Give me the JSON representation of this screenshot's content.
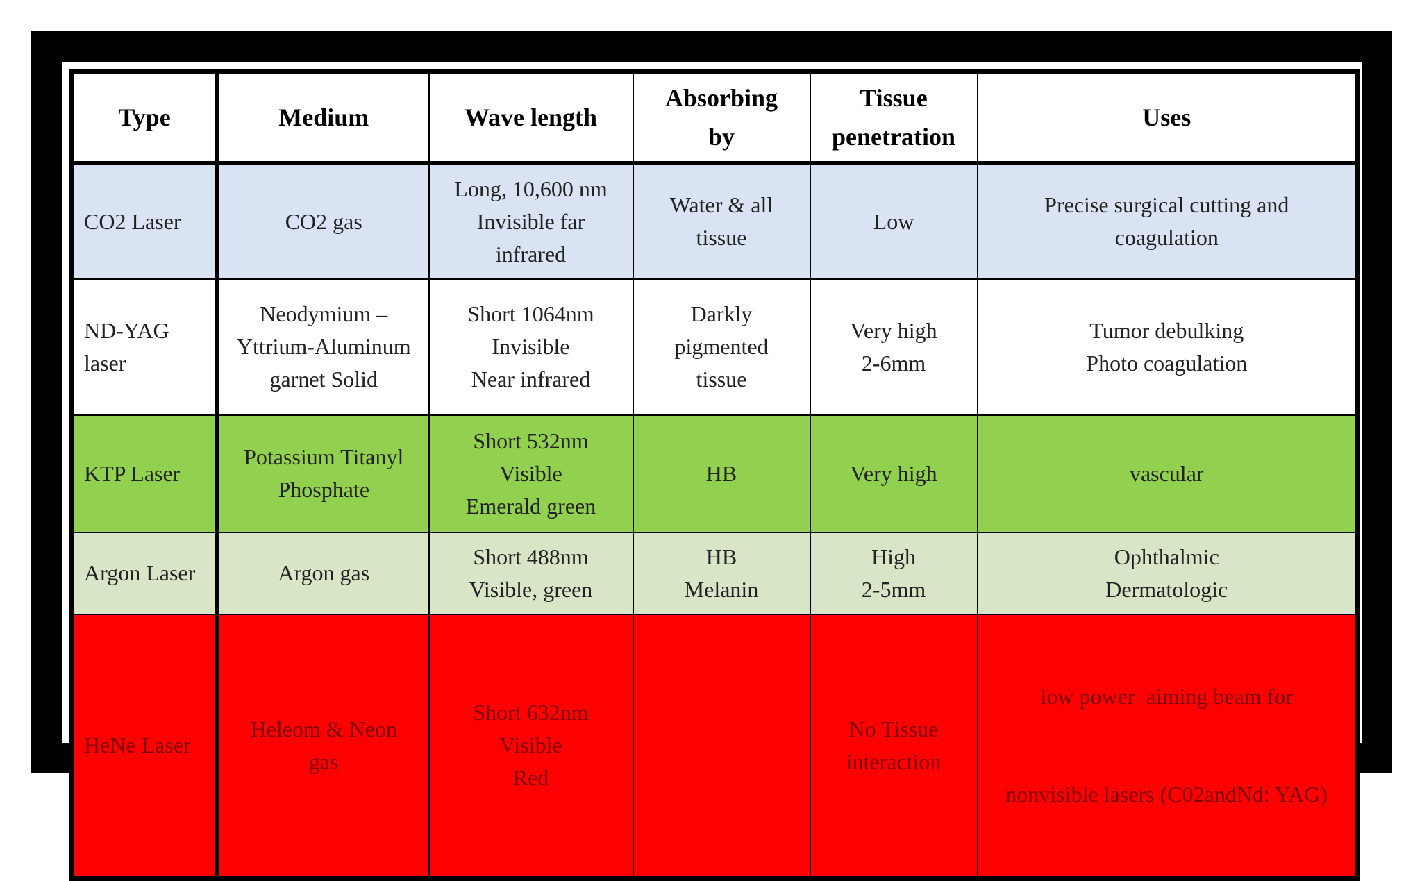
{
  "colors": {
    "frame": "#000000",
    "row_co2": "#dae3f3",
    "row_ndyag": "#ffffff",
    "row_ktp": "#92d050",
    "row_argon": "#d9e5c7",
    "row_hene": "#ff0000",
    "hene_text": "#7f0000"
  },
  "table": {
    "headers": {
      "type": "Type",
      "medium": "Medium",
      "wavelength": "Wave length",
      "absorbing": [
        "Absorbing",
        "by"
      ],
      "penetration": [
        "Tissue",
        "penetration"
      ],
      "uses": "Uses"
    },
    "rows": [
      {
        "type": [
          "CO2 Laser"
        ],
        "medium": [
          "CO2 gas"
        ],
        "wavelength": [
          "Long, 10,600 nm",
          "Invisible far",
          "infrared"
        ],
        "absorbing": [
          "Water & all",
          "tissue"
        ],
        "penetration": [
          "Low"
        ],
        "uses": [
          "Precise surgical cutting and",
          "coagulation"
        ]
      },
      {
        "type": [
          "ND-YAG",
          "laser"
        ],
        "medium": [
          "Neodymium –",
          "Yttrium-Aluminum",
          "garnet Solid"
        ],
        "wavelength": [
          "Short 1064nm",
          "Invisible",
          "Near infrared"
        ],
        "absorbing": [
          "Darkly",
          "pigmented",
          "tissue"
        ],
        "penetration": [
          "Very high",
          "2-6mm"
        ],
        "uses": [
          "Tumor debulking",
          "Photo coagulation"
        ]
      },
      {
        "type": [
          "KTP Laser"
        ],
        "medium": [
          "Potassium Titanyl",
          "Phosphate"
        ],
        "wavelength": [
          "Short 532nm",
          "Visible",
          "Emerald green"
        ],
        "absorbing": [
          "HB"
        ],
        "penetration": [
          "Very high"
        ],
        "uses": [
          "vascular"
        ]
      },
      {
        "type": [
          "Argon Laser"
        ],
        "medium": [
          "Argon gas"
        ],
        "wavelength": [
          "Short 488nm",
          "Visible, green"
        ],
        "absorbing": [
          "HB",
          "Melanin"
        ],
        "penetration": [
          "High",
          "2-5mm"
        ],
        "uses": [
          "Ophthalmic",
          "Dermatologic"
        ]
      },
      {
        "type": [
          "HeNe Laser"
        ],
        "medium": [
          "Heleom & Neon",
          "gas"
        ],
        "wavelength": [
          "Short 632nm",
          "Visible",
          "Red"
        ],
        "absorbing": [],
        "penetration": [
          "No Tissue",
          "interaction"
        ],
        "uses": [
          "low power  aiming beam for",
          "nonvisible lasers (C02andNd: YAG)"
        ]
      }
    ]
  }
}
